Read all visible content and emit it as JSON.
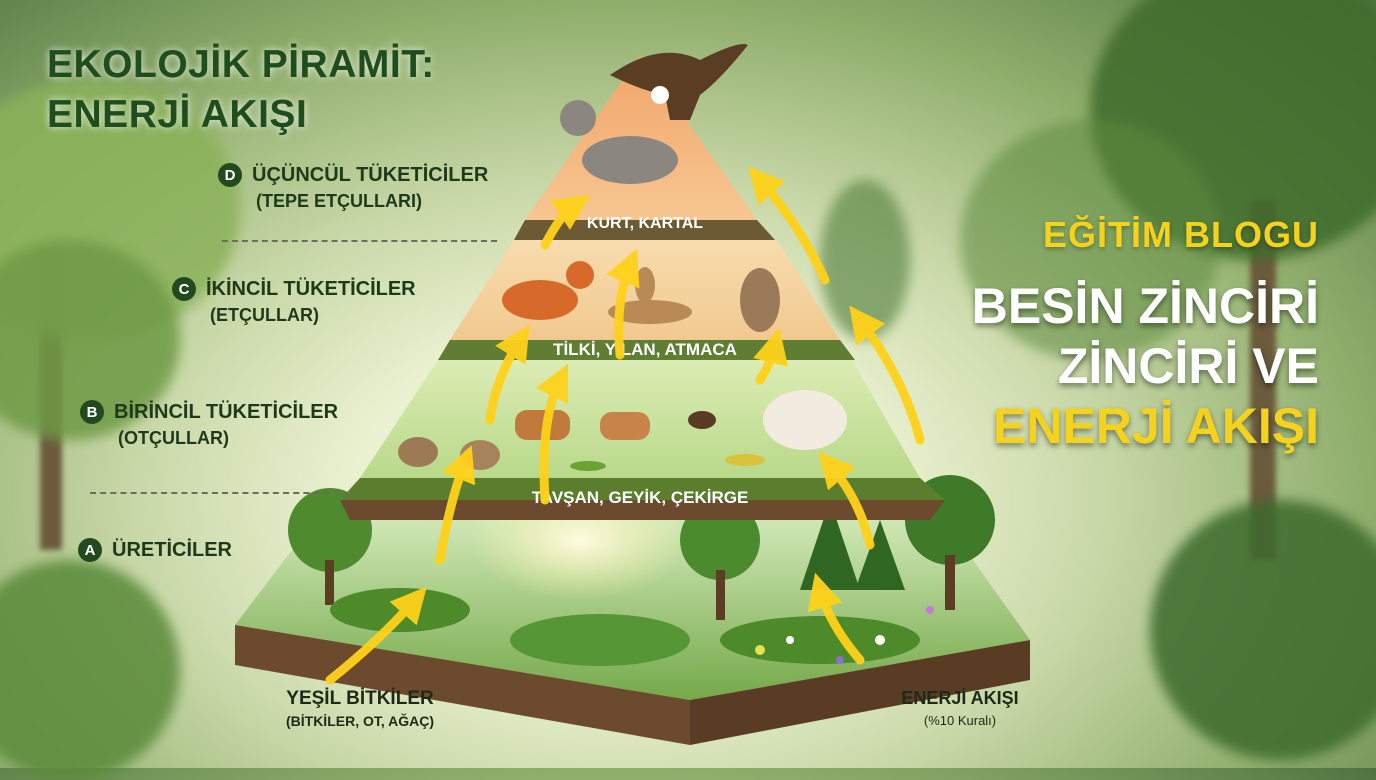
{
  "title": {
    "line1": "EKOLOJİK PİRAMİT:",
    "line2": "ENERJİ AKIŞI"
  },
  "tiers": [
    {
      "badge": "D",
      "label": "ÜÇÜNCÜL TÜKETİCİLER",
      "sub": "(TEPE ETÇULLARI)",
      "band": "KURT, KARTAL"
    },
    {
      "badge": "C",
      "label": "İKİNCİL TÜKETİCİLER",
      "sub": "(ETÇULLAR)",
      "band": "TİLKİ, YILAN, ATMACA"
    },
    {
      "badge": "B",
      "label": "BİRİNCİL TÜKETİCİLER",
      "sub": "(OTÇULLAR)",
      "band": "TAVŞAN, GEYİK, ÇEKİRGE"
    },
    {
      "badge": "A",
      "label": "ÜRETİCİLER",
      "sub": "",
      "band": ""
    }
  ],
  "bottom": {
    "producers_title": "YEŞİL BİTKİLER",
    "producers_sub": "(BİTKİLER, OT, AĞAÇ)",
    "energy_title": "ENERJİ AKIŞI",
    "energy_sub": "(%10 Kuralı)"
  },
  "blog": {
    "kicker": "EĞİTİM BLOGU",
    "line1": "BESİN ZİNCİRİ",
    "line2": "ZİNCİRİ VE",
    "line3": "ENERJİ AKIŞI"
  },
  "colors": {
    "title_green": "#1f4d1e",
    "accent_gold": "#f4d21e",
    "arrow_yellow": "#ffd21a"
  }
}
